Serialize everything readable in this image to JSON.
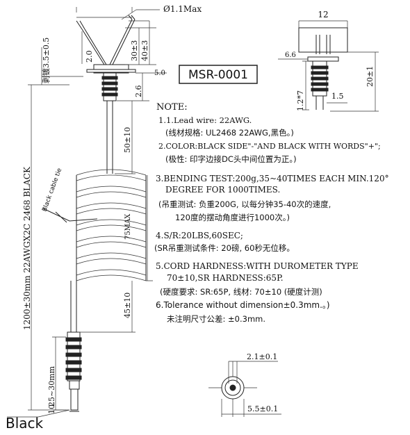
{
  "dims": {
    "wire_diameter": "Ø1.1Max",
    "strip": "剥镀3.5±0.5",
    "dim_2_0": "2.0",
    "dim_30": "30±3",
    "dim_40": "40±3",
    "dim_5_0": "5.0",
    "dim_2_6": "2.6",
    "dim_50": "50±10",
    "dim_75": "75MAX",
    "dim_45": "45±10",
    "dim_25_30": "25~30mm",
    "dim_10": "10",
    "total_length": "1200±30mm  22AWGX2C 2468  BLACK",
    "tie_label": "Black cable tie",
    "top_12": "12",
    "right_6_6": "6.6",
    "right_20": "20±1",
    "right_1_2": "1.2*7",
    "right_1_5": "1.5",
    "bottom_2_1": "2.1±0.1",
    "bottom_5_5": "5.5±0.1"
  },
  "model": "MSR-0001",
  "color_label": "Black",
  "notes": {
    "heading": "NOTE:",
    "n1": "1.1.Lead wire: 22AWG.",
    "n1_cn": "(线材规格: UL2468 22AWG,黑色。)",
    "n2": "2.COLOR:BLACK SIDE\"-\"AND BLACK WITH WORDS\"+\";",
    "n2_cn": "(极性: 印字边接DC头中间位置为正。)",
    "n3a": "3.BENDING TEST:200g,35~40TIMES EACH MIN.120°",
    "n3b": "DEGREE FOR 1000TIMES.",
    "n3_cn1": "(吊重测试: 负重200G, 以每分钟35-40次的速度,",
    "n3_cn2": "120度的摆动角度进行1000次。)",
    "n4": "4.S/R:20LBS,60SEC;",
    "n4_cn": "(SR吊重测试条件: 20磅, 60秒无位移。",
    "n5a": "5.CORD HARDNESS:WITH DUROMETER TYPE",
    "n5b": "70±10,SR HARDNESS:65P.",
    "n5_cn": "(硬度要求: SR:65P, 线材: 70±10 (硬度计测)",
    "n6": "6.Tolerance without dimension±0.3mm.。)",
    "n6_cn": "未注明尺寸公差: ±0.3mm."
  }
}
